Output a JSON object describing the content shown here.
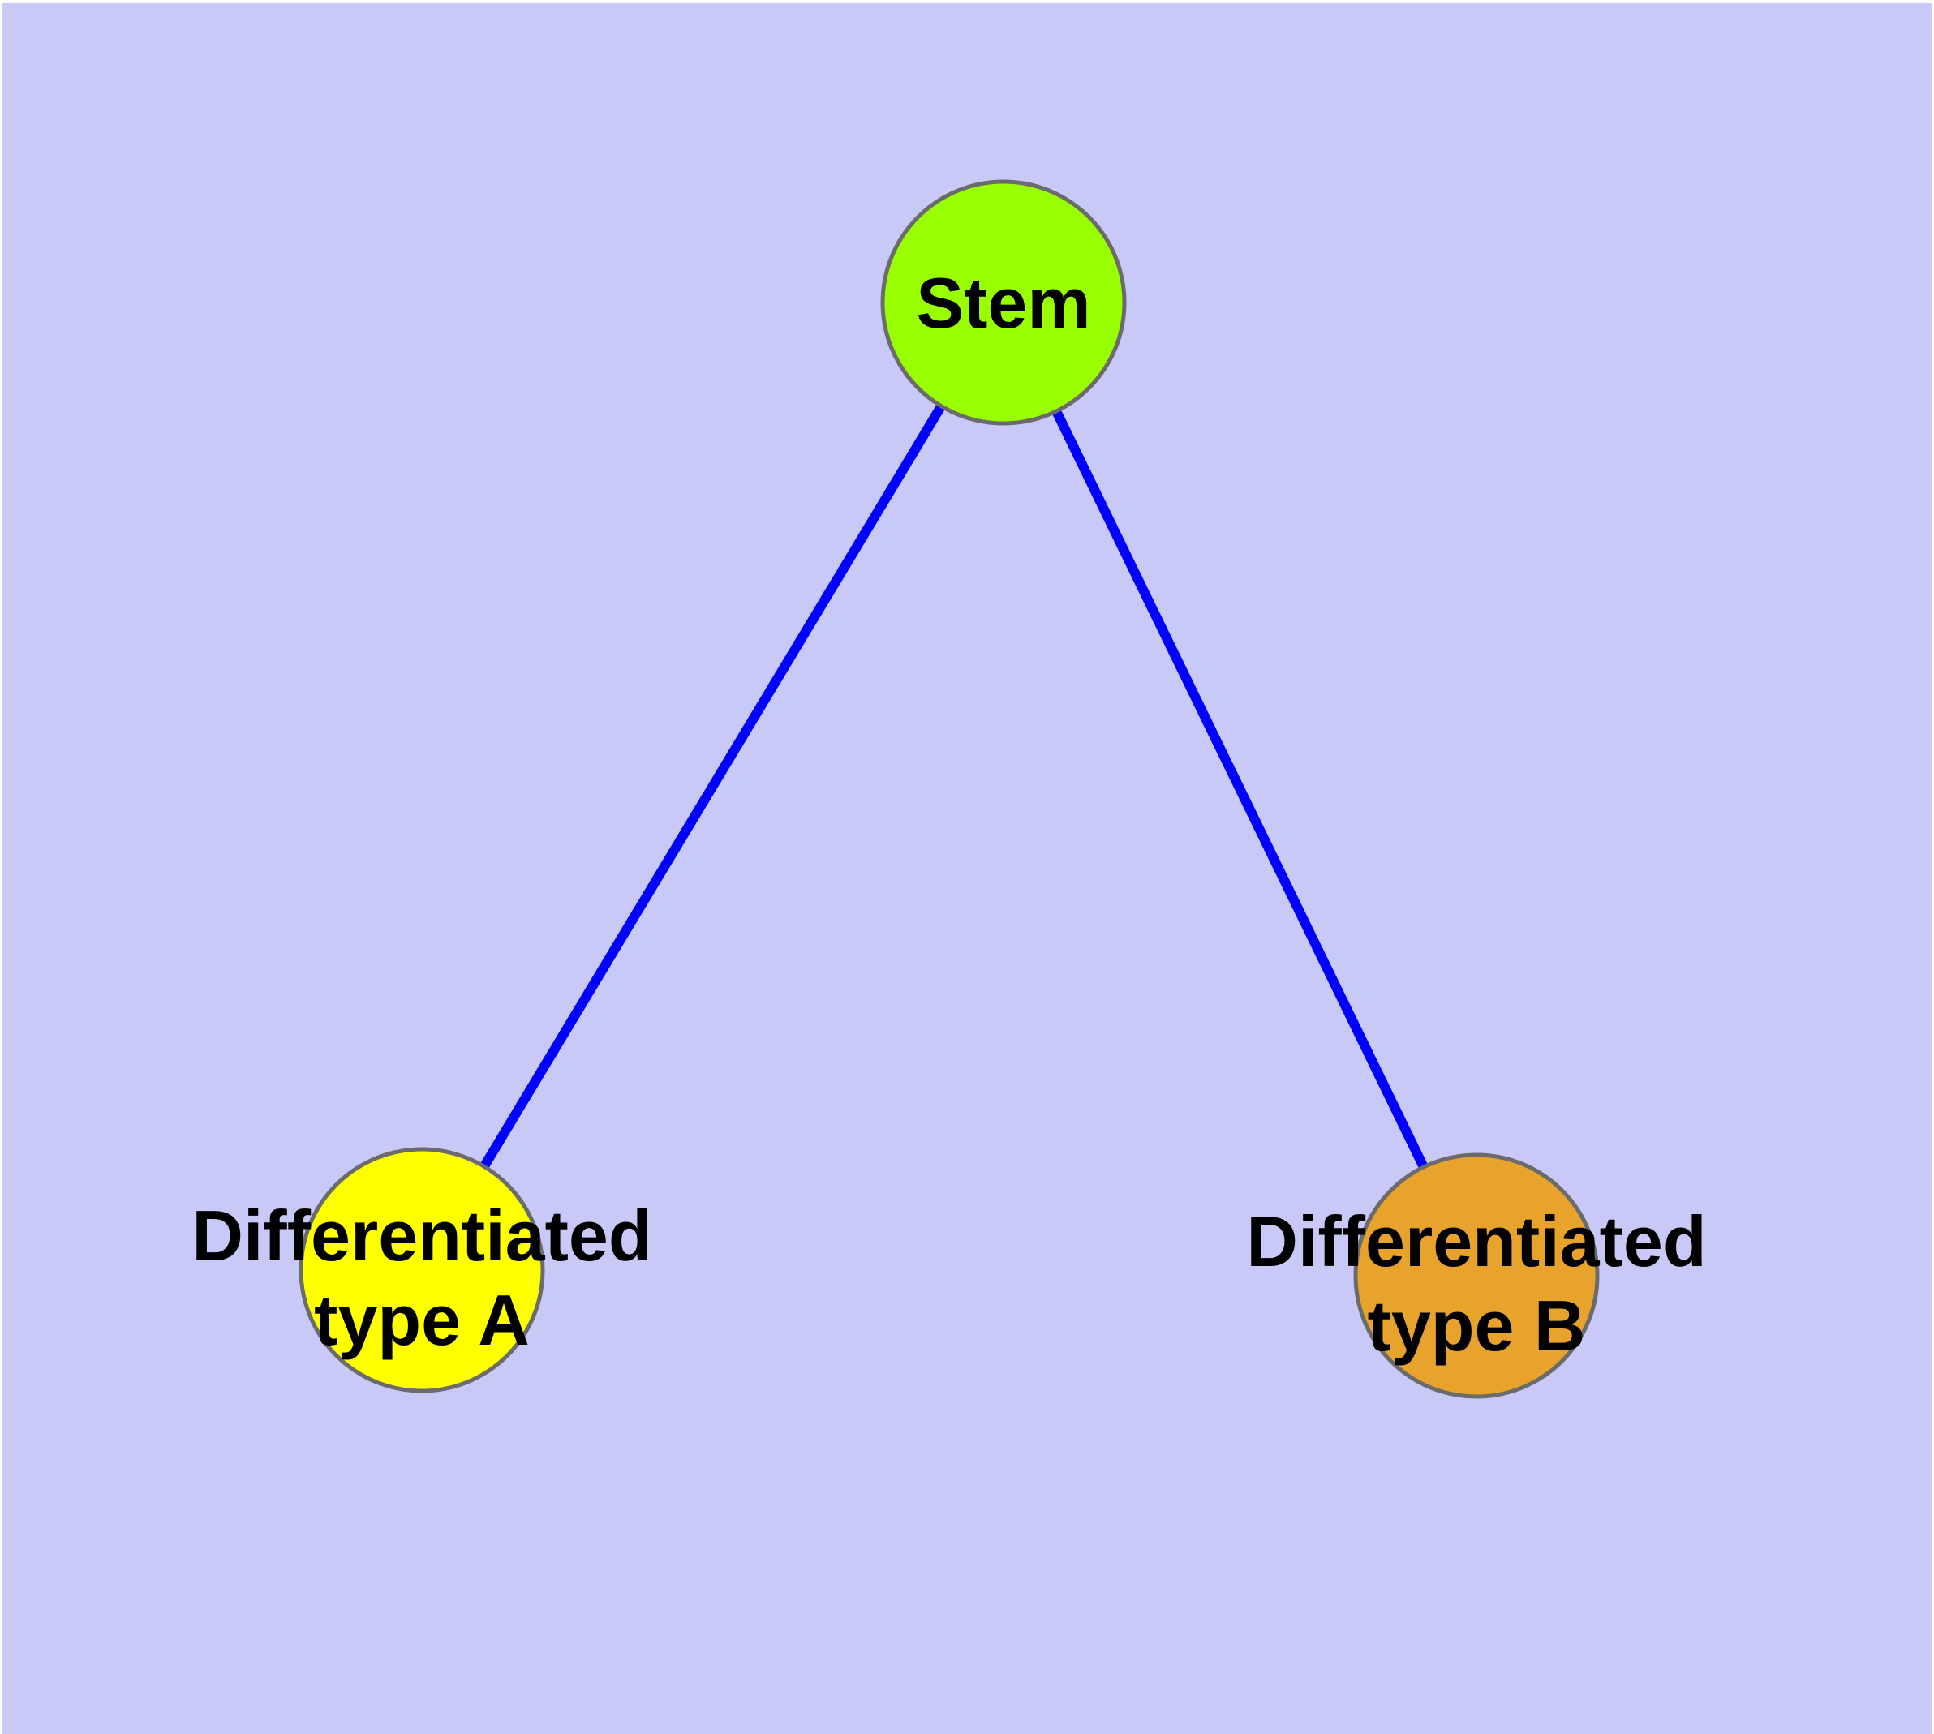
{
  "diagram": {
    "type": "graph",
    "background_color": "#C9C9F8",
    "margin_color": "#FFFFFF",
    "label_color": "#000000",
    "node_border_color": "#6B6B6B",
    "edge_color": "#0000FF",
    "nodes": [
      {
        "id": "stem",
        "label": "Stem",
        "line1": "Stem",
        "line2": "",
        "fill": "#99FF00"
      },
      {
        "id": "type-a",
        "label": "Differentiated type A",
        "line1": "Differentiated",
        "line2": "type A",
        "fill": "#FFFF00"
      },
      {
        "id": "type-b",
        "label": "Differentiated type B",
        "line1": "Differentiated",
        "line2": "type B",
        "fill": "#E8A32C"
      }
    ],
    "edges": [
      {
        "from": "stem",
        "to": "type-a",
        "color": "#0000FF"
      },
      {
        "from": "stem",
        "to": "type-b",
        "color": "#0000FF"
      }
    ]
  }
}
